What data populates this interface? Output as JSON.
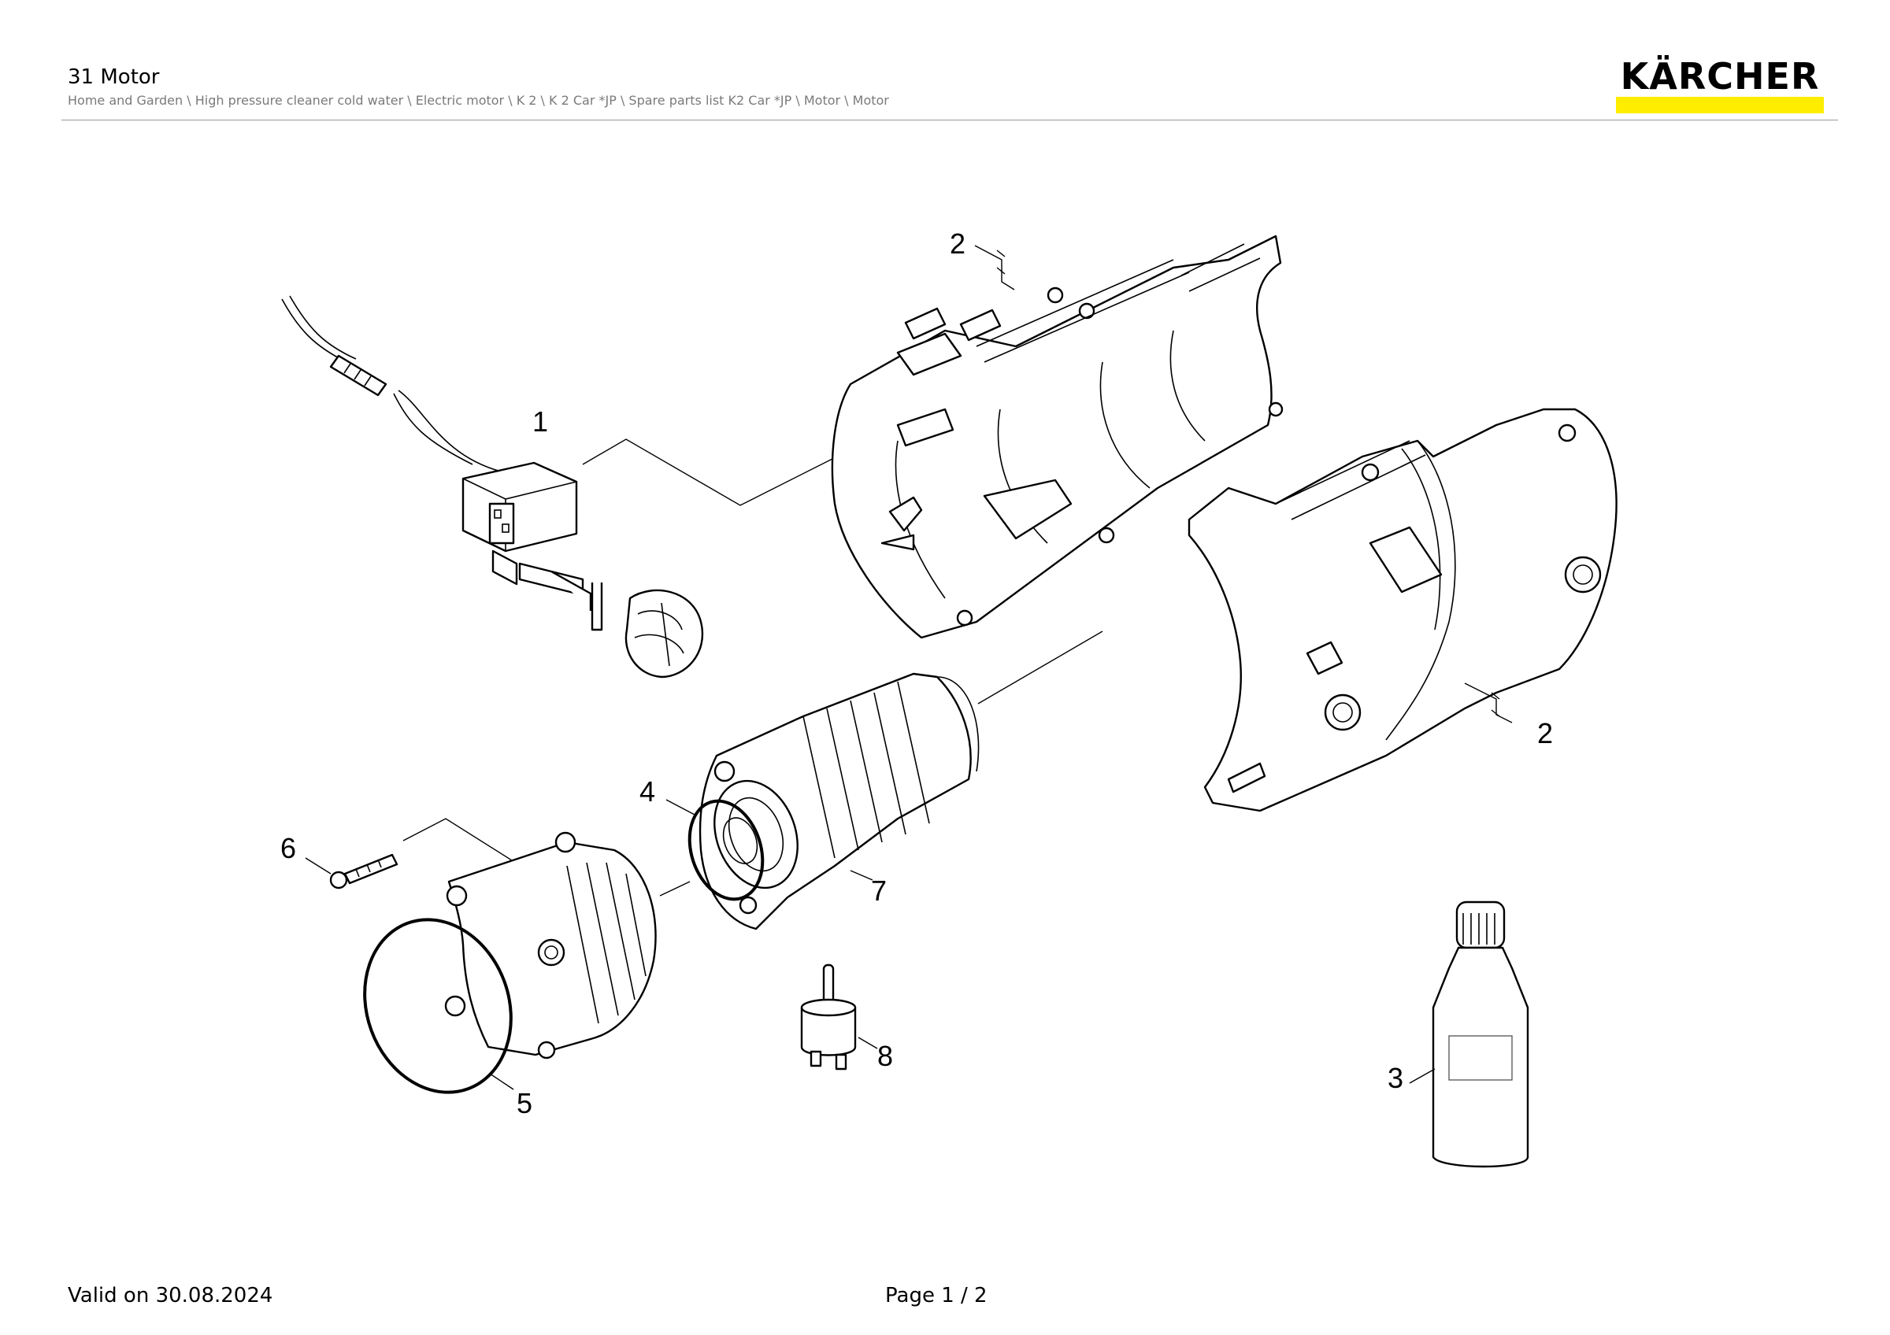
{
  "header": {
    "title": "31 Motor",
    "breadcrumb": "Home and Garden \\ High pressure cleaner cold water \\ Electric motor \\ K 2 \\ K 2 Car *JP \\ Spare parts list K2 Car *JP \\ Motor \\ Motor"
  },
  "logo": {
    "text": "KÄRCHER",
    "bar_color": "#ffed00"
  },
  "diagram": {
    "callouts": {
      "p1": "1",
      "p2a": "2",
      "p2b": "2",
      "p3": "3",
      "p4": "4",
      "p5": "5",
      "p6": "6",
      "p7": "7",
      "p8": "8"
    }
  },
  "footer": {
    "valid": "Valid on 30.08.2024",
    "page": "Page 1 / 2"
  }
}
